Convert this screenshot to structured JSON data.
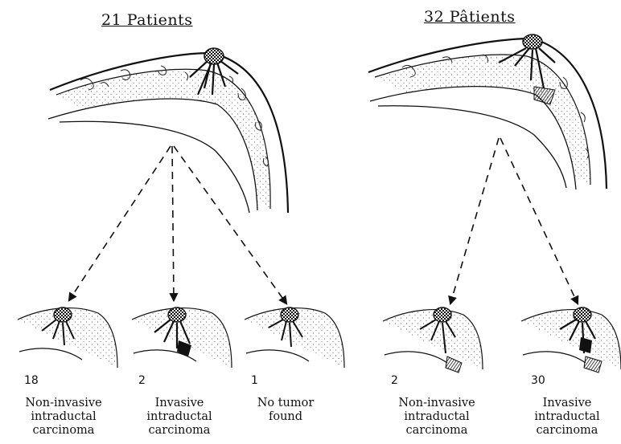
{
  "groups": [
    {
      "title": "21 Patients",
      "outcomes": [
        {
          "count": "18",
          "label": [
            "Non-invasive",
            "intraductal",
            "carcinoma"
          ]
        },
        {
          "count": "2",
          "label": [
            "Invasive",
            "intraductal",
            "carcinoma"
          ]
        },
        {
          "count": "1",
          "label": [
            "No tumor",
            "found"
          ]
        }
      ]
    },
    {
      "title": "32 Pâtients",
      "outcomes": [
        {
          "count": "2",
          "label": [
            "Non-invasive",
            "intraductal",
            "carcinoma"
          ]
        },
        {
          "count": "30",
          "label": [
            "Invasive",
            "intraductal",
            "carcinoma"
          ]
        }
      ]
    }
  ]
}
